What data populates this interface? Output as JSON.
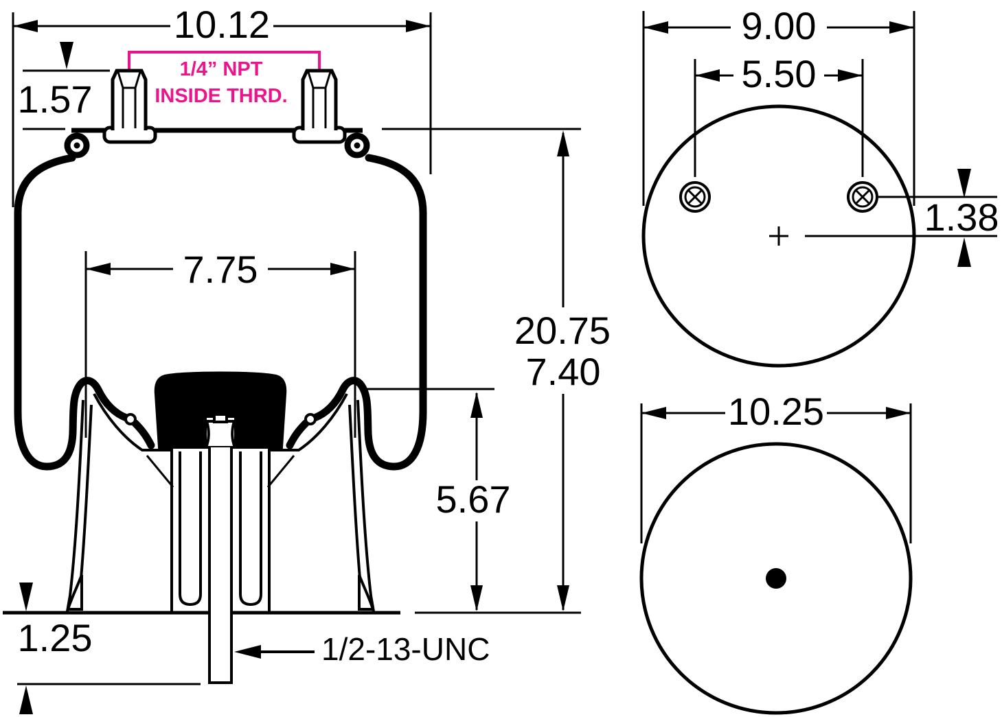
{
  "title": "air-spring-dimensional-drawing",
  "colors": {
    "ink": "#000000",
    "callout": "#ED138A",
    "background": "#ffffff"
  },
  "side_view": {
    "overall_width": "10.12",
    "plate_to_stud_height": "1.57",
    "port_callout_line1": "1/4” NPT",
    "port_callout_line2": "INSIDE THRD.",
    "piston_top_diameter": "7.75",
    "extended_height": "20.75",
    "design_height": "7.40",
    "piston_height": "5.67",
    "stud_protrusion": "1.25",
    "bottom_stud_thread": "1/2-13-UNC"
  },
  "top_view": {
    "plate_width": "9.00",
    "stud_spacing": "5.50",
    "stud_row_offset": "1.38"
  },
  "bottom_view": {
    "piston_diameter": "10.25"
  }
}
